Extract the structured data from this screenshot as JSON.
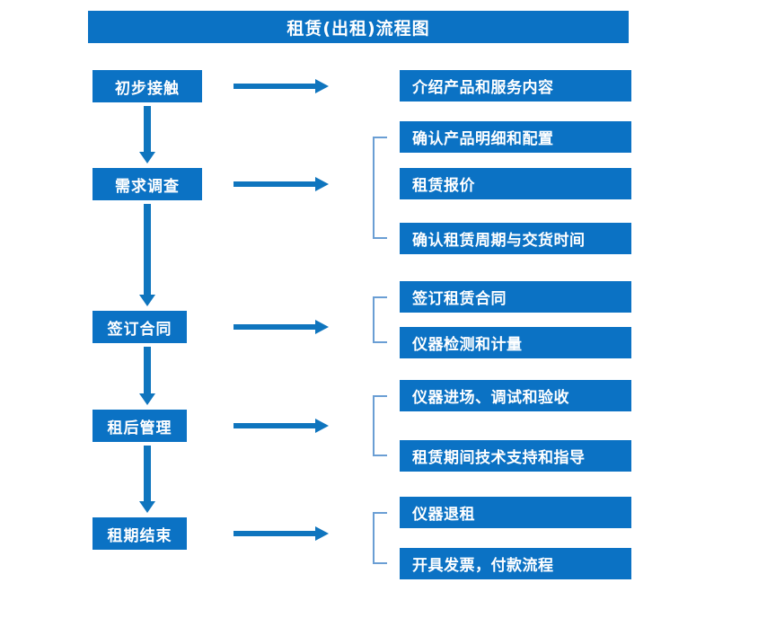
{
  "title": "租赁(出租)流程图",
  "colors": {
    "box_blue": "#0b72c4",
    "arrow_blue": "#0f75be",
    "bracket_blue": "#6a9ed4",
    "text_white": "#ffffff",
    "background": "#ffffff"
  },
  "stages": [
    {
      "label": "初步接触"
    },
    {
      "label": "需求调查"
    },
    {
      "label": "签订合同"
    },
    {
      "label": "租后管理"
    },
    {
      "label": "租期结束"
    }
  ],
  "groups": [
    {
      "stage": "初步接触",
      "bracket": false,
      "details": [
        {
          "label": "介绍产品和服务内容"
        }
      ]
    },
    {
      "stage": "需求调查",
      "bracket": true,
      "details": [
        {
          "label": "确认产品明细和配置"
        },
        {
          "label": "租赁报价"
        },
        {
          "label": "确认租赁周期与交货时间"
        }
      ]
    },
    {
      "stage": "签订合同",
      "bracket": true,
      "details": [
        {
          "label": "签订租赁合同"
        },
        {
          "label": "仪器检测和计量"
        }
      ]
    },
    {
      "stage": "租后管理",
      "bracket": true,
      "details": [
        {
          "label": "仪器进场、调试和验收"
        },
        {
          "label": "租赁期间技术支持和指导"
        }
      ]
    },
    {
      "stage": "租期结束",
      "bracket": true,
      "details": [
        {
          "label": "仪器退租"
        },
        {
          "label": "开具发票，付款流程"
        }
      ]
    }
  ],
  "connectors": {
    "horizontal_arrow_icon": "arrow-right-icon",
    "vertical_arrow_icon": "arrow-down-icon",
    "bracket_icon": "group-bracket-icon"
  }
}
